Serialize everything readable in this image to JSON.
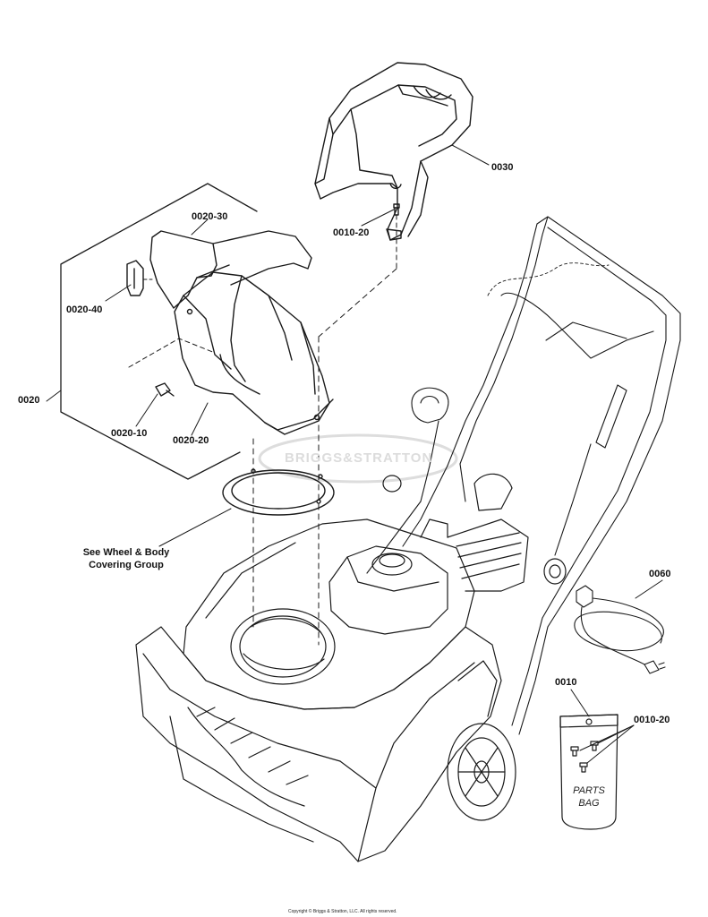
{
  "callouts": {
    "c0030": "0030",
    "c0010_20_top": "0010-20",
    "c0020_30": "0020-30",
    "c0020_40": "0020-40",
    "c0020": "0020",
    "c0020_10": "0020-10",
    "c0020_20": "0020-20",
    "c0060": "0060",
    "c0010": "0010",
    "c0010_20_bag": "0010-20"
  },
  "note": {
    "line1": "See Wheel & Body",
    "line2": "Covering Group"
  },
  "parts_bag": {
    "line1": "PARTS",
    "line2": "BAG"
  },
  "watermark": "BRIGGS&STRATTON",
  "copyright": "Copyright © Briggs & Stratton, LLC. All rights reserved."
}
